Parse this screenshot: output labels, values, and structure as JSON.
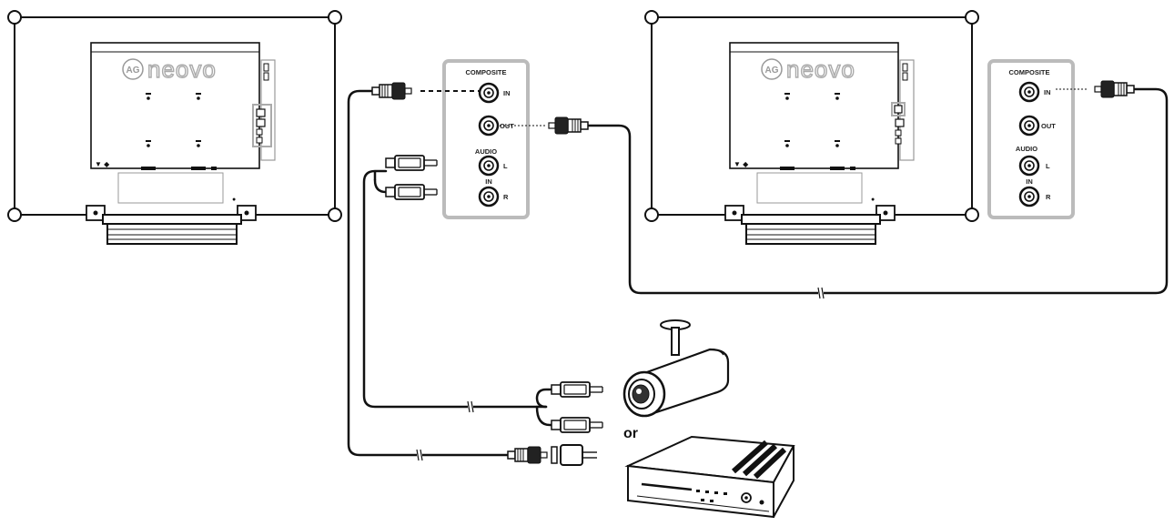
{
  "monitors": [
    {
      "brand": "neovo",
      "panel": {
        "composite_label": "COMPOSITE",
        "in_label": "IN",
        "out_label": "OUT",
        "audio_label": "AUDIO",
        "audio_in_label": "IN",
        "left_label": "L",
        "right_label": "R"
      }
    },
    {
      "brand": "neovo",
      "panel": {
        "composite_label": "COMPOSITE",
        "in_label": "IN",
        "out_label": "OUT",
        "audio_label": "AUDIO",
        "audio_in_label": "IN",
        "left_label": "L",
        "right_label": "R"
      }
    }
  ],
  "source_separator": "or",
  "sources": [
    "camera-icon",
    "dvd-player-icon"
  ],
  "colors": {
    "line": "#111111",
    "panel_border": "#bbbbbb"
  }
}
